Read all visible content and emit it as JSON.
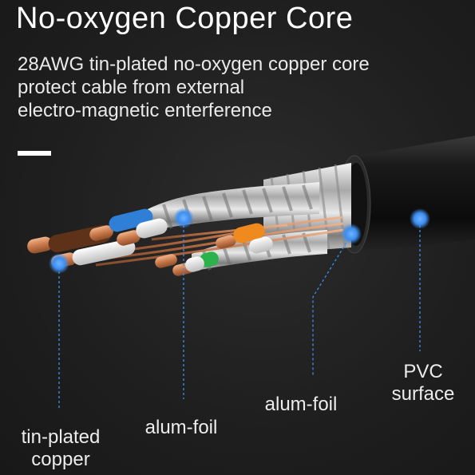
{
  "header": {
    "title": "No-oxygen Copper Core",
    "subtitle_lines": [
      "28AWG tin-plated no-oxygen copper core",
      "protect cable from external",
      "electro-magnetic enterference"
    ]
  },
  "callouts": {
    "tin_plated_copper": [
      "tin-plated",
      "copper"
    ],
    "alum_foil_inner": "alum-foil",
    "alum_foil_outer": "alum-foil",
    "pvc_surface": [
      "PVC",
      "surface"
    ]
  },
  "colors": {
    "background": "#1e1e1e",
    "callout_dot": "#3d8ef0",
    "jacket": "#0e0e0e",
    "copper": "#d4875a",
    "wire_blue": "#2f7fd6",
    "wire_orange": "#ee8a1e",
    "wire_green": "#2bb24a",
    "wire_brown": "#6b3b1f"
  }
}
